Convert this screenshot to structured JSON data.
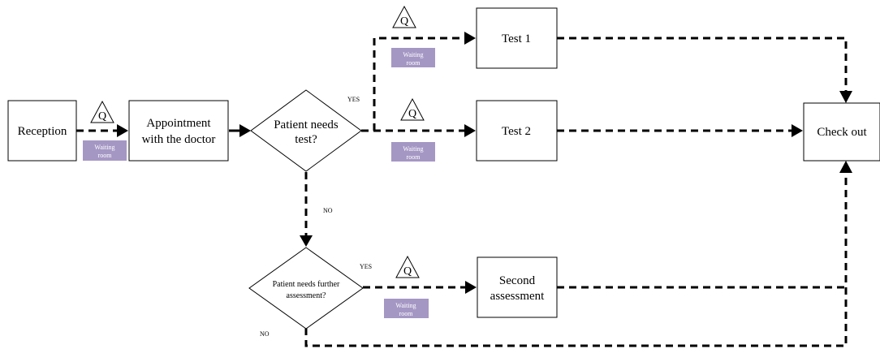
{
  "nodes": {
    "reception": "Reception",
    "appointment_line1": "Appointment",
    "appointment_line2": "with the doctor",
    "decision_test_line1": "Patient needs",
    "decision_test_line2": "test?",
    "test1": "Test 1",
    "test2": "Test 2",
    "check_out": "Check out",
    "decision_further_line1": "Patient needs further",
    "decision_further_line2": "assessment?",
    "second_line1": "Second",
    "second_line2": "assessment"
  },
  "waiting_room": {
    "line1": "Waiting",
    "line2": "room"
  },
  "queue_symbol": "Q",
  "branch_labels": {
    "yes": "YES",
    "no": "NO"
  },
  "colors": {
    "waiting_room_fill": "#a597c4",
    "line": "#000000"
  }
}
